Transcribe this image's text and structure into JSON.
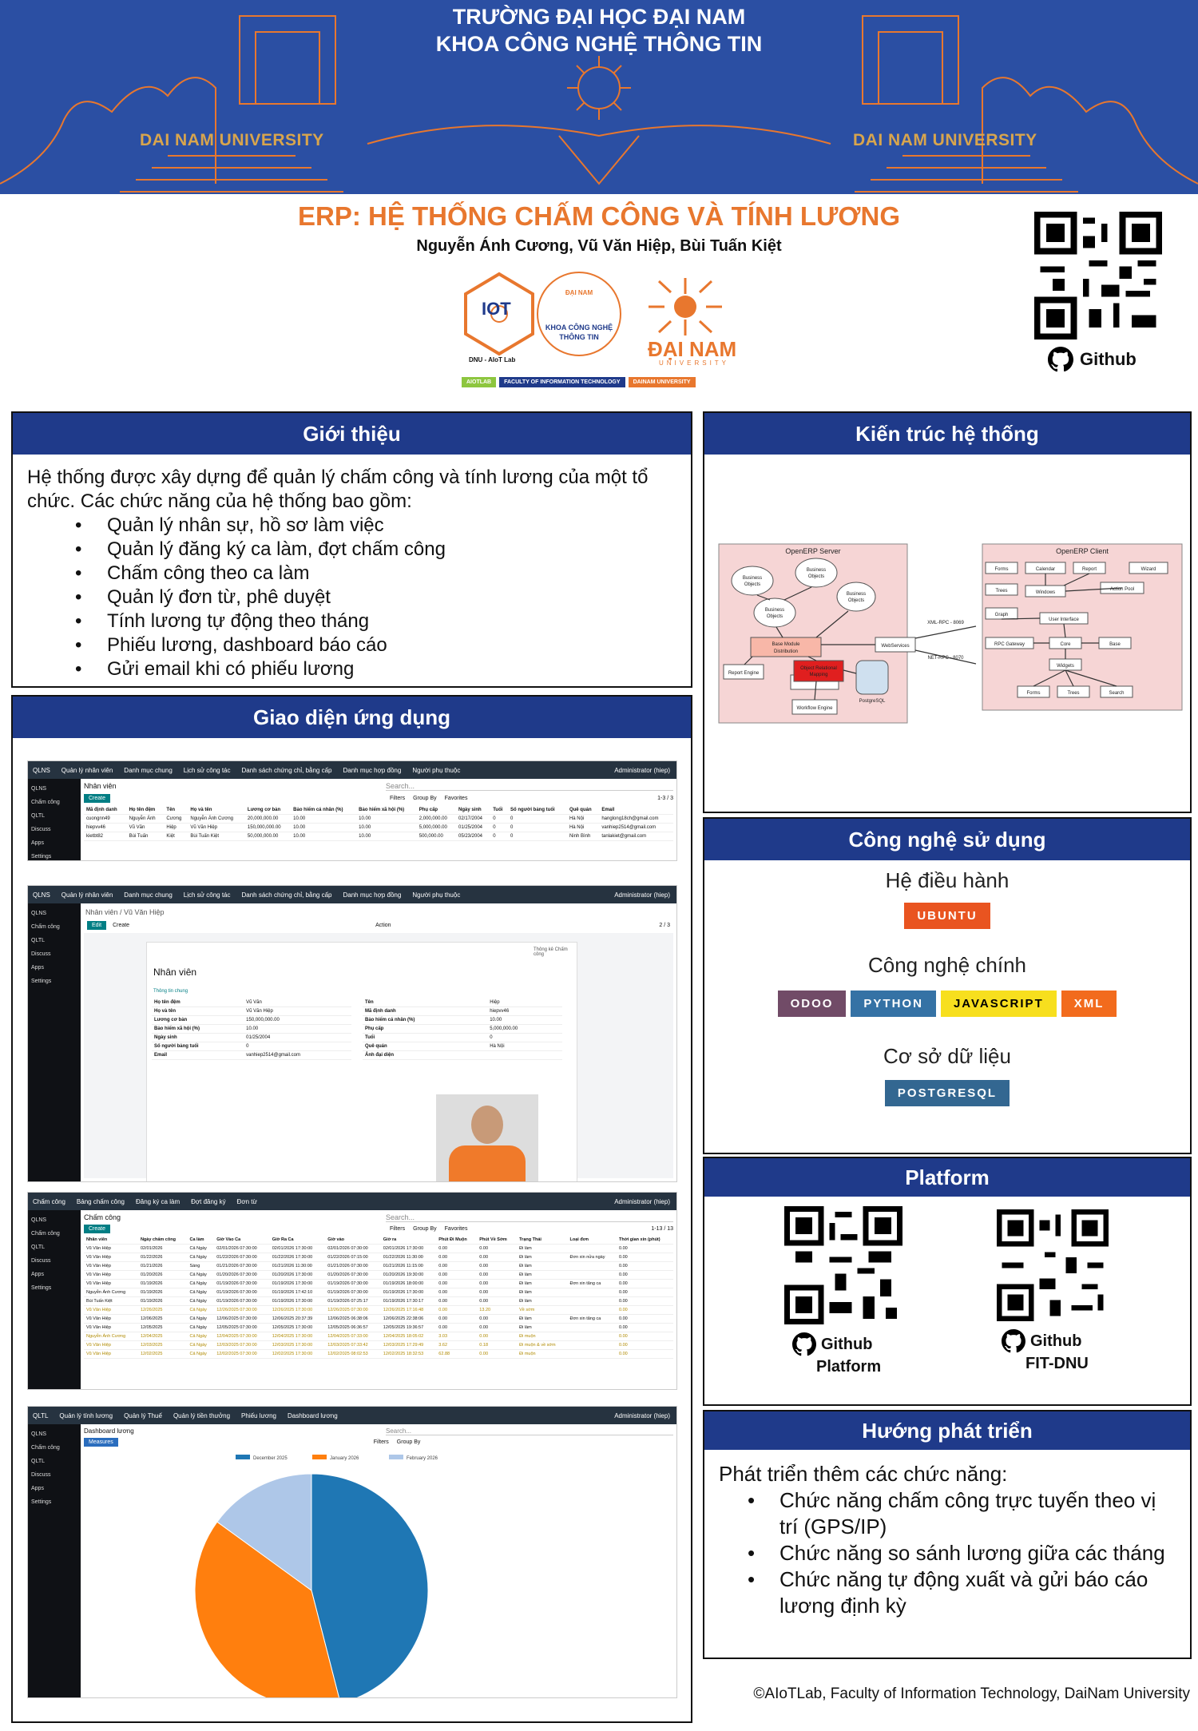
{
  "header": {
    "line1": "TRƯỜNG ĐẠI HỌC ĐẠI NAM",
    "line2": "KHOA CÔNG NGHỆ THÔNG TIN",
    "left_gold": "DAI NAM UNIVERSITY",
    "right_gold": "DAI NAM UNIVERSITY"
  },
  "title": "ERP: HỆ THỐNG CHẤM CÔNG VÀ TÍNH LƯƠNG",
  "authors": "Nguyễn Ánh Cương, Vũ Văn Hiệp, Bùi Tuấn Kiệt",
  "logos": {
    "iot": "IOT",
    "iot_sub": "DNU - AIoT Lab",
    "khoa": "KHOA CÔNG NGHỆ THÔNG TIN",
    "khoa_top": "ĐẠI NAM",
    "dn": "ĐẠI NAM",
    "dn_sub": "UNIVERSITY",
    "tags": [
      "AIOTLAB",
      "FACULTY OF INFORMATION TECHNOLOGY",
      "DAINAM UNIVERSITY"
    ]
  },
  "github_top": "Github",
  "intro": {
    "title": "Giới thiệu",
    "text": "Hệ thống được xây dựng để quản lý chấm công và tính lương của một tổ chức. Các chức năng của hệ thống bao gồm:",
    "items": [
      "Quản lý nhân sự, hồ sơ làm việc",
      "Quản lý đăng ký ca làm, đợt chấm công",
      "Chấm công theo ca làm",
      "Quản lý đơn từ, phê duyệt",
      "Tính lương tự động theo tháng",
      "Phiếu lương, dashboard báo cáo",
      "Gửi email khi có phiếu lương"
    ]
  },
  "arch": {
    "title": "Kiến trúc hệ thống",
    "server": "OpenERP Server",
    "client": "OpenERP Client",
    "nodes": [
      "Business Objects",
      "Business Objects",
      "Business Objects",
      "Business Objects",
      "Base Module Distribution",
      "WebServices",
      "Report Engine",
      "Object Relational Mapping",
      "Workflow Engine",
      "PostgreSQL",
      "Forms",
      "Calendar",
      "Report",
      "Wizard",
      "Trees",
      "Windows",
      "Action Pool",
      "Graph",
      "User Interface",
      "RPC Gateway",
      "Core",
      "Base",
      "Widgets",
      "Forms",
      "Trees",
      "Search"
    ],
    "links": [
      "XML-RPC - 8069",
      "NET-RPC - 8070"
    ]
  },
  "ui": {
    "title": "Giao diện ứng dụng",
    "s1": {
      "app": "QLNS",
      "menu": [
        "Quản lý nhân viên",
        "Danh mục chung",
        "Lịch sử công tác",
        "Danh sách chứng chỉ, bằng cấp",
        "Danh mục hợp đồng",
        "Người phụ thuộc"
      ],
      "user": "Administrator (hiep)",
      "crumb": "Nhân viên",
      "create": "Create",
      "search": "Search...",
      "filters": "Filters",
      "groupby": "Group By",
      "favorites": "Favorites",
      "pager": "1-3 / 3",
      "side": [
        "QLNS",
        "Chấm công",
        "QLTL",
        "Discuss",
        "Apps",
        "Settings"
      ],
      "cols": [
        "Mã định danh",
        "Họ tên đệm",
        "Tên",
        "Họ và tên",
        "Lương cơ bản",
        "Bảo hiểm cá nhân (%)",
        "Bảo hiểm xã hội (%)",
        "Phụ cấp",
        "Ngày sinh",
        "Tuổi",
        "Số người bảng tuổi",
        "Quê quán",
        "Email"
      ],
      "rows": [
        [
          "cuongnn49",
          "Nguyễn Ánh",
          "Cương",
          "Nguyễn Ánh Cương",
          "20,000,000.00",
          "10.00",
          "10.00",
          "2,000,000.00",
          "02/17/2004",
          "0",
          "0",
          "Hà Nội",
          "hanglong18ch@gmail.com"
        ],
        [
          "hiepvv46",
          "Vũ Văn",
          "Hiệp",
          "Vũ Văn Hiệp",
          "150,000,000.00",
          "10.00",
          "10.00",
          "5,000,000.00",
          "01/25/2004",
          "0",
          "0",
          "Hà Nội",
          "vanhiep2514@gmail.com"
        ],
        [
          "kietbt82",
          "Bùi Tuấn",
          "Kiệt",
          "Bùi Tuấn Kiệt",
          "50,000,000.00",
          "10.00",
          "10.00",
          "500,000.00",
          "05/23/2004",
          "0",
          "0",
          "Ninh Bình",
          "tanlakiet@gmail.com"
        ]
      ]
    },
    "s2": {
      "crumb": "Nhân viên / Vũ Văn Hiệp",
      "edit": "Edit",
      "create": "Create",
      "action": "Action",
      "pager": "2 / 3",
      "form_title": "Nhân viên",
      "stat": "Thông kê Chấm công",
      "section": "Thông tin chung",
      "left": [
        [
          "Họ tên đệm",
          "Vũ Văn"
        ],
        [
          "Họ và tên",
          "Vũ Văn Hiệp"
        ],
        [
          "Lương cơ bản",
          "150,000,000.00"
        ],
        [
          "Bảo hiểm xã hội (%)",
          "10.00"
        ],
        [
          "Ngày sinh",
          "01/25/2004"
        ],
        [
          "Số người bảng tuổi",
          "0"
        ],
        [
          "Email",
          "vanhiep2514@gmail.com"
        ]
      ],
      "right": [
        [
          "Tên",
          "Hiệp"
        ],
        [
          "Mã định danh",
          "hiepvv46"
        ],
        [
          "Bảo hiểm cá nhân (%)",
          "10.00"
        ],
        [
          "Phụ cấp",
          "5,000,000.00"
        ],
        [
          "Tuổi",
          "0"
        ],
        [
          "Quê quán",
          "Hà Nội"
        ],
        [
          "Ảnh đại diện",
          ""
        ]
      ]
    },
    "s3": {
      "app": "Chấm công",
      "menu": [
        "Bảng chấm công",
        "Đăng ký ca làm",
        "Đợt đăng ký",
        "Đơn từ"
      ],
      "crumb": "Chấm công",
      "pager": "1-13 / 13",
      "cols": [
        "Nhân viên",
        "Ngày chấm công",
        "Ca làm",
        "Giờ Vào Ca",
        "Giờ Ra Ca",
        "Giờ vào",
        "Giờ ra",
        "Phút Đi Muộn",
        "Phút Về Sớm",
        "Trạng Thái",
        "Loại đơn",
        "Thời gian xin (phút)"
      ],
      "rows": [
        [
          "Vũ Văn Hiệp",
          "02/01/2026",
          "Cả Ngày",
          "02/01/2026 07:30:00",
          "02/01/2026 17:30:00",
          "02/01/2026 07:30:00",
          "02/01/2026 17:30:00",
          "0.00",
          "0.00",
          "Đi làm",
          "",
          "0.00"
        ],
        [
          "Vũ Văn Hiệp",
          "01/22/2026",
          "Cả Ngày",
          "01/22/2026 07:30:00",
          "01/22/2026 17:30:00",
          "01/22/2026 07:15:00",
          "01/22/2026 11:30:00",
          "0.00",
          "0.00",
          "Đi làm",
          "Đơn xin nửa ngày",
          "0.00"
        ],
        [
          "Vũ Văn Hiệp",
          "01/21/2026",
          "Sáng",
          "01/21/2026 07:30:00",
          "01/21/2026 11:30:00",
          "01/21/2026 07:30:00",
          "01/21/2026 11:15:00",
          "0.00",
          "0.00",
          "Đi làm",
          "",
          "0.00"
        ],
        [
          "Vũ Văn Hiệp",
          "01/20/2026",
          "Cả Ngày",
          "01/20/2026 07:30:00",
          "01/20/2026 17:30:00",
          "01/20/2026 07:30:00",
          "01/20/2026 19:30:00",
          "0.00",
          "0.00",
          "Đi làm",
          "",
          "0.00"
        ],
        [
          "Vũ Văn Hiệp",
          "01/19/2026",
          "Cả Ngày",
          "01/19/2026 07:30:00",
          "01/19/2026 17:30:00",
          "01/19/2026 07:30:00",
          "01/19/2026 18:00:00",
          "0.00",
          "0.00",
          "Đi làm",
          "Đơn xin tăng ca",
          "0.00"
        ],
        [
          "Nguyễn Ánh Cương",
          "01/19/2026",
          "Cả Ngày",
          "01/19/2026 07:30:00",
          "01/19/2026 17:42:10",
          "01/19/2026 07:30:00",
          "01/19/2026 17:30:00",
          "0.00",
          "0.00",
          "Đi làm",
          "",
          "0.00"
        ],
        [
          "Bùi Tuấn Kiệt",
          "01/19/2026",
          "Cả Ngày",
          "01/19/2026 07:30:00",
          "01/19/2026 17:30:00",
          "01/19/2026 07:25:17",
          "01/19/2026 17:30:17",
          "0.00",
          "0.00",
          "Đi làm",
          "",
          "0.00"
        ],
        [
          "Vũ Văn Hiệp",
          "12/26/2025",
          "Cả Ngày",
          "12/26/2025 07:30:00",
          "12/26/2025 17:30:00",
          "12/26/2025 07:30:00",
          "12/26/2025 17:16:48",
          "0.00",
          "13.20",
          "Về sớm",
          "",
          "0.00"
        ],
        [
          "Vũ Văn Hiệp",
          "12/06/2025",
          "Cả Ngày",
          "12/06/2025 07:30:00",
          "12/06/2025 20:37:39",
          "12/06/2025 06:38:06",
          "12/06/2025 22:38:06",
          "0.00",
          "0.00",
          "Đi làm",
          "Đơn xin tăng ca",
          "0.00"
        ],
        [
          "Vũ Văn Hiệp",
          "12/05/2025",
          "Cả Ngày",
          "12/05/2025 07:30:00",
          "12/05/2025 17:30:00",
          "12/05/2025 06:36:57",
          "12/05/2025 19:36:57",
          "0.00",
          "0.00",
          "Đi làm",
          "",
          "0.00"
        ],
        [
          "Nguyễn Ánh Cương",
          "12/04/2025",
          "Cả Ngày",
          "12/04/2025 07:30:00",
          "12/04/2025 17:30:00",
          "12/04/2025 07:33:00",
          "12/04/2025 18:05:02",
          "3.03",
          "0.00",
          "Đi muộn",
          "",
          "0.00"
        ],
        [
          "Vũ Văn Hiệp",
          "12/03/2025",
          "Cả Ngày",
          "12/03/2025 07:30:00",
          "12/03/2025 17:30:00",
          "12/03/2025 07:33:42",
          "12/03/2025 17:29:49",
          "3.62",
          "0.18",
          "Đi muộn & về sớm",
          "",
          "0.00"
        ],
        [
          "Vũ Văn Hiệp",
          "12/02/2025",
          "Cả Ngày",
          "12/02/2025 07:30:00",
          "12/02/2025 17:30:00",
          "12/02/2025 08:02:53",
          "12/02/2025 18:32:53",
          "62.88",
          "0.00",
          "Đi muộn",
          "",
          "0.00"
        ]
      ]
    },
    "s4": {
      "app": "QLTL",
      "menu": [
        "Quản lý tính lương",
        "Quản lý Thuế",
        "Quản lý tiền thưởng",
        "Phiếu lương",
        "Dashboard lương"
      ],
      "crumb": "Dashboard lương",
      "measures": "Measures"
    }
  },
  "chart_data": {
    "type": "pie",
    "categories": [
      "December 2025",
      "January 2026",
      "February 2026"
    ],
    "values": [
      46,
      39,
      15
    ],
    "colors": [
      "#1f77b4",
      "#ff7f0e",
      "#aec7e8"
    ]
  },
  "tech": {
    "title": "Công nghệ sử dụng",
    "os": "Hệ điều hành",
    "ubuntu": "UBUNTU",
    "core": "Công nghệ chính",
    "core_items": [
      "ODOO",
      "PYTHON",
      "JAVASCRIPT",
      "XML"
    ],
    "db": "Cơ sở dữ liệu",
    "postgres": "POSTGRESQL"
  },
  "platform": {
    "title": "Platform",
    "left_a": "Github",
    "left_b": "Platform",
    "right_a": "Github",
    "right_b": "FIT-DNU"
  },
  "future": {
    "title": "Hướng phát triển",
    "text": "Phát triển thêm các chức năng:",
    "items": [
      "Chức năng chấm công trực tuyến theo vị trí (GPS/IP)",
      "Chức năng so sánh lương giữa các tháng",
      "Chức năng tự động xuất và gửi báo cáo lương định kỳ"
    ]
  },
  "footer": "©AIoTLab, Faculty of Information Technology, DaiNam University"
}
